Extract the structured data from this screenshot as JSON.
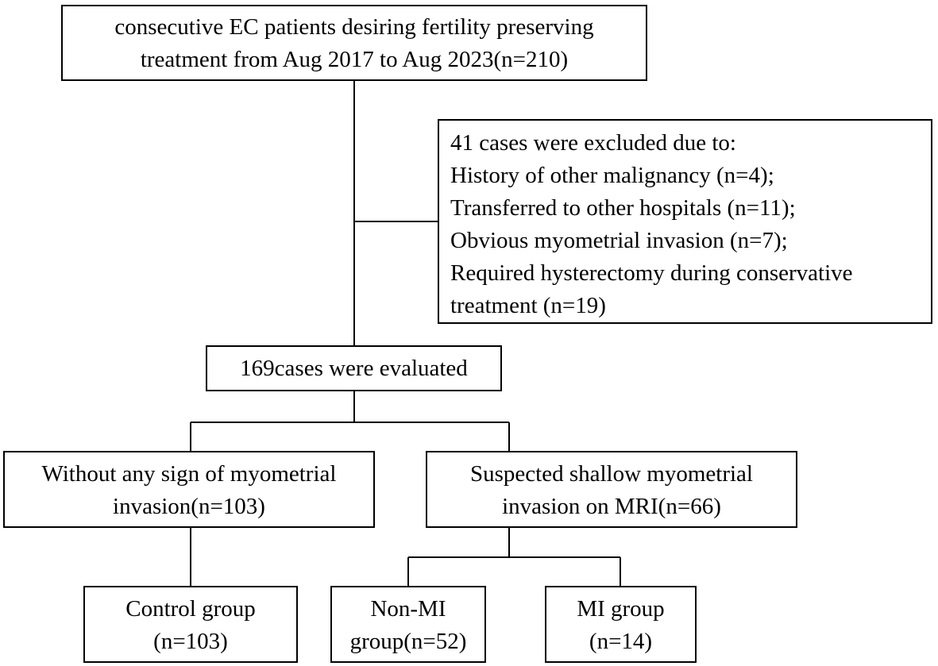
{
  "boxes": {
    "source": {
      "lines": [
        "consecutive EC patients desiring fertility preserving",
        "treatment from Aug 2017 to Aug 2023(n=210)"
      ]
    },
    "excluded": {
      "lines": [
        "41 cases were excluded due to:",
        "History of other malignancy (n=4);",
        "Transferred to other hospitals (n=11);",
        "Obvious myometrial invasion (n=7);",
        "Required hysterectomy during conservative",
        "treatment (n=19)"
      ]
    },
    "evaluated": {
      "lines": [
        "169cases were evaluated"
      ]
    },
    "without_invasion": {
      "lines": [
        "Without any sign of myometrial",
        "invasion(n=103)"
      ]
    },
    "suspected_invasion": {
      "lines": [
        "Suspected shallow myometrial",
        "invasion on MRI(n=66)"
      ]
    },
    "control_group": {
      "lines": [
        "Control group",
        "(n=103)"
      ]
    },
    "non_mi_group": {
      "lines": [
        "Non-MI",
        "group(n=52)"
      ]
    },
    "mi_group": {
      "lines": [
        "MI group",
        "(n=14)"
      ]
    }
  }
}
